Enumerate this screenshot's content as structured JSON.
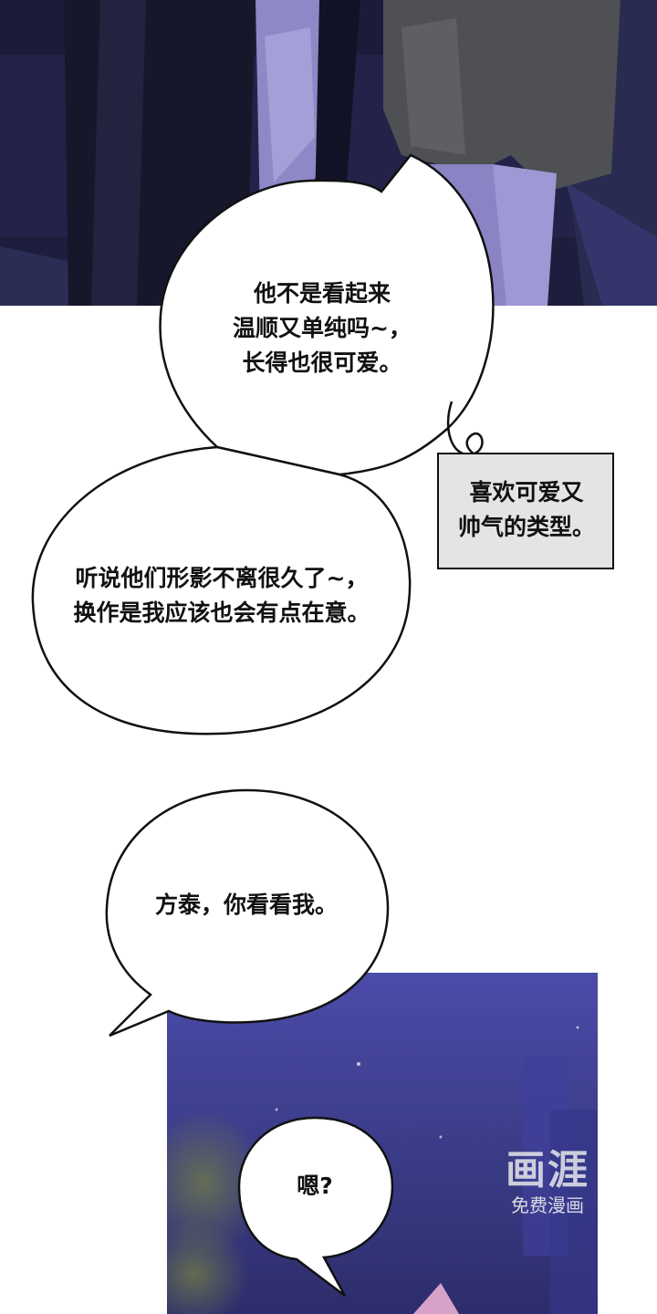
{
  "bubbles": {
    "first": [
      "他不是看起来",
      "温顺又单纯吗~，",
      "长得也很可爱。"
    ],
    "caption": [
      "喜欢可爱又",
      "帅气的类型。"
    ],
    "second": [
      "听说他们形影不离很久了~，",
      "换作是我应该也会有点在意。"
    ],
    "third": "方泰，你看看我。",
    "fourth": "嗯?"
  },
  "watermark": {
    "logo": "画涯",
    "sub": "免费漫画"
  },
  "colors": {
    "top_panel_bg": "#232349",
    "bottom_panel_bg": "#3a3c8c",
    "ink": "#111111"
  }
}
